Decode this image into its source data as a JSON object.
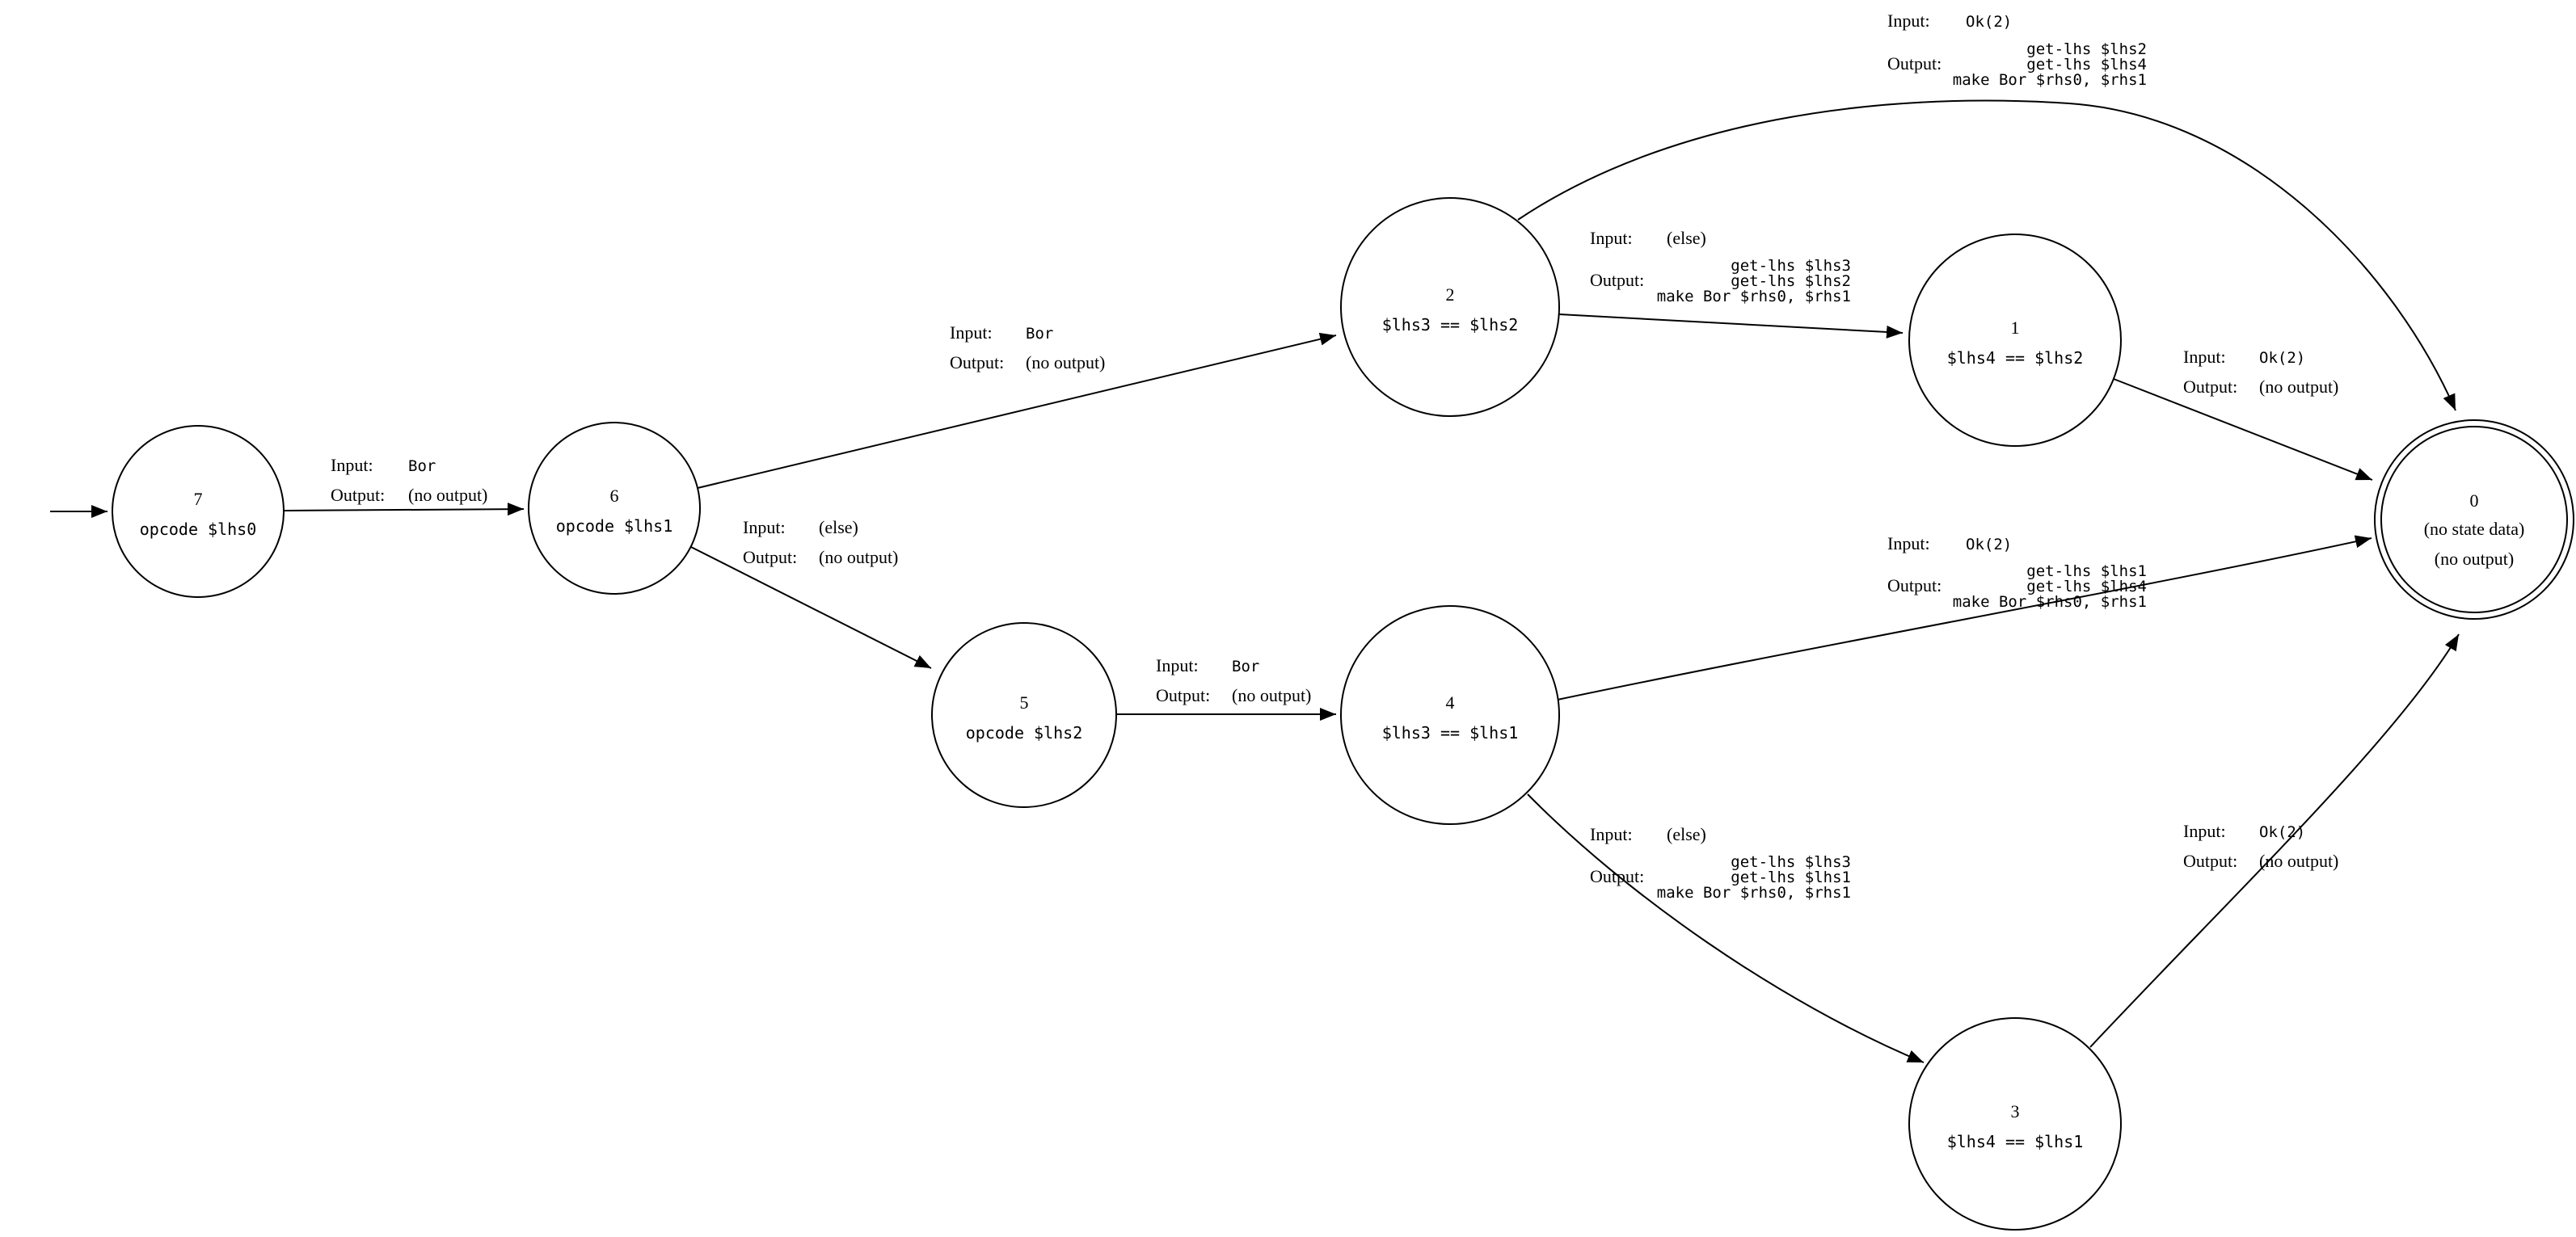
{
  "diagram": {
    "title": "state-machine-graph",
    "colors": {
      "background": "#ffffff",
      "stroke": "#000000",
      "text": "#000000"
    },
    "labels": {
      "input": "Input:",
      "output": "Output:"
    },
    "nodes": {
      "n7": {
        "title": "7",
        "code": "opcode $lhs0"
      },
      "n6": {
        "title": "6",
        "code": "opcode $lhs1"
      },
      "n5": {
        "title": "5",
        "code": "opcode $lhs2"
      },
      "n2": {
        "title": "2",
        "code": "$lhs3 == $lhs2"
      },
      "n4": {
        "title": "4",
        "code": "$lhs3 == $lhs1"
      },
      "n1": {
        "title": "1",
        "code": "$lhs4 == $lhs2"
      },
      "n3": {
        "title": "3",
        "code": "$lhs4 == $lhs1"
      },
      "n0": {
        "title": "0",
        "line1": "(no state data)",
        "line2": "(no output)"
      }
    },
    "edges": {
      "e7_6": {
        "input": "Bor",
        "out1": "(no output)"
      },
      "e6_2": {
        "input": "Bor",
        "out1": "(no output)"
      },
      "e6_5": {
        "input": "(else)",
        "out1": "(no output)"
      },
      "e5_4": {
        "input": "Bor",
        "out1": "(no output)"
      },
      "e2_0": {
        "input": "Ok(2)",
        "out1": "get-lhs $lhs2",
        "out2": "get-lhs $lhs4",
        "out3": "make Bor $rhs0, $rhs1"
      },
      "e2_1": {
        "input": "(else)",
        "out1": "get-lhs $lhs3",
        "out2": "get-lhs $lhs2",
        "out3": "make Bor $rhs0, $rhs1"
      },
      "e1_0": {
        "input": "Ok(2)",
        "out1": "(no output)"
      },
      "e4_0": {
        "input": "Ok(2)",
        "out1": "get-lhs $lhs1",
        "out2": "get-lhs $lhs4",
        "out3": "make Bor $rhs0, $rhs1"
      },
      "e4_3": {
        "input": "(else)",
        "out1": "get-lhs $lhs3",
        "out2": "get-lhs $lhs1",
        "out3": "make Bor $rhs0, $rhs1"
      },
      "e3_0": {
        "input": "Ok(2)",
        "out1": "(no output)"
      }
    }
  }
}
